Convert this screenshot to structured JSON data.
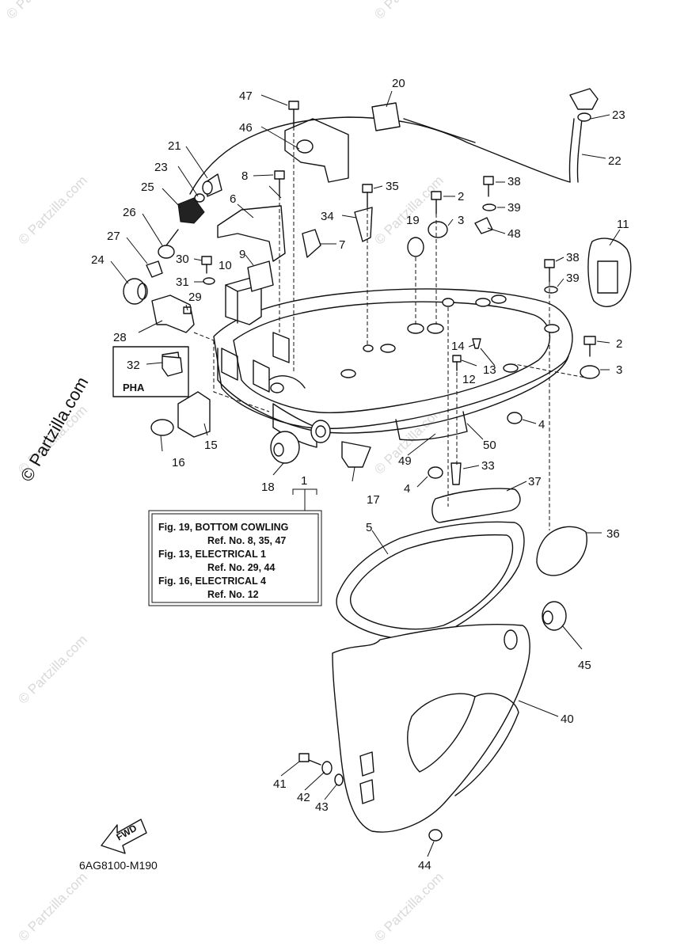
{
  "diagram": {
    "callouts": [
      "1",
      "2",
      "2",
      "3",
      "3",
      "4",
      "4",
      "5",
      "6",
      "7",
      "8",
      "9",
      "10",
      "11",
      "12",
      "13",
      "14",
      "15",
      "16",
      "17",
      "18",
      "19",
      "20",
      "21",
      "22",
      "23",
      "23",
      "24",
      "25",
      "26",
      "27",
      "28",
      "29",
      "30",
      "31",
      "32",
      "33",
      "34",
      "35",
      "36",
      "37",
      "38",
      "38",
      "39",
      "39",
      "40",
      "41",
      "42",
      "43",
      "44",
      "45",
      "46",
      "47",
      "48",
      "49",
      "50"
    ],
    "reference_box": {
      "lines": [
        "Fig. 19, BOTTOM COWLING",
        "Ref. No. 8, 35, 47",
        "Fig. 13, ELECTRICAL 1",
        "Ref. No. 29, 44",
        "Fig. 16, ELECTRICAL 4",
        "Ref. No. 12"
      ]
    },
    "option_box_label": "PHA",
    "fwd_label": "FWD",
    "drawing_code": "6AG8100-M190",
    "copyright_side": "© Partzilla.com",
    "watermark": "© Partzilla.com"
  }
}
